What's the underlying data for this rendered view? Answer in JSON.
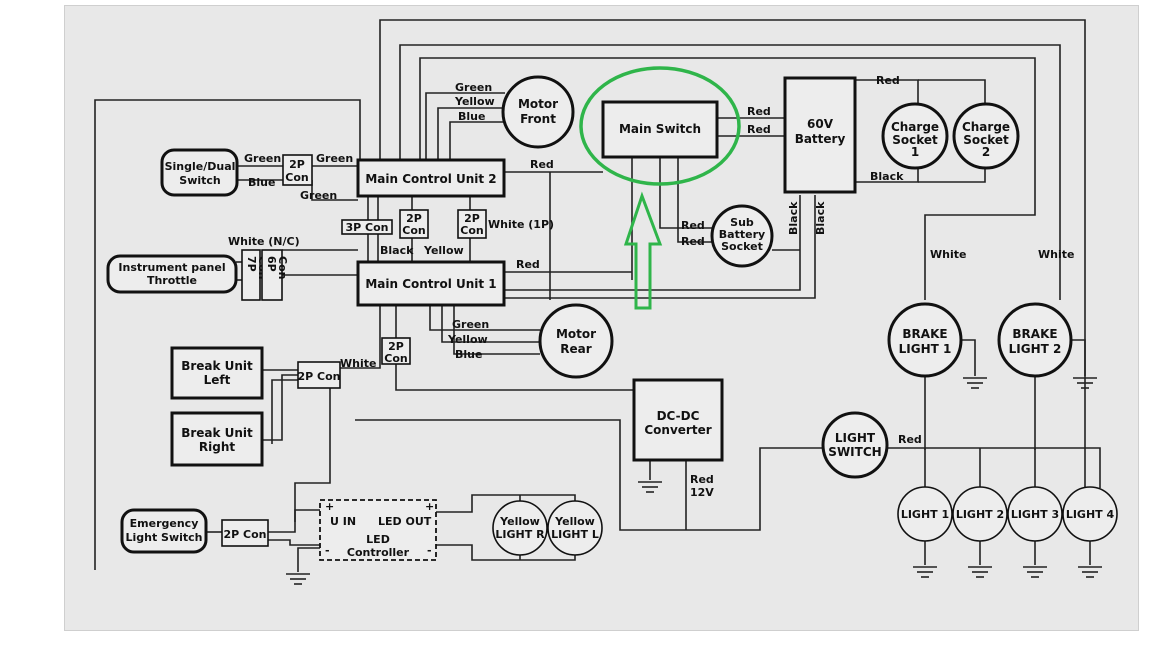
{
  "components": {
    "main_control_unit_2": "Main Control Unit 2",
    "main_control_unit_1": "Main Control Unit 1",
    "main_switch": "Main Switch",
    "battery_60v_line1": "60V",
    "battery_60v_line2": "Battery",
    "motor_front_line1": "Motor",
    "motor_front_line2": "Front",
    "motor_rear_line1": "Motor",
    "motor_rear_line2": "Rear",
    "charge_socket_1_line1": "Charge",
    "charge_socket_1_line2": "Socket",
    "charge_socket_1_line3": "1",
    "charge_socket_2_line1": "Charge",
    "charge_socket_2_line2": "Socket",
    "charge_socket_2_line3": "2",
    "sub_battery_line1": "Sub",
    "sub_battery_line2": "Battery",
    "sub_battery_line3": "Socket",
    "single_dual_line1": "Single/Dual",
    "single_dual_line2": "Switch",
    "instrument_line1": "Instrument panel",
    "instrument_line2": "Throttle",
    "break_left_line1": "Break Unit",
    "break_left_line2": "Left",
    "break_right_line1": "Break Unit",
    "break_right_line2": "Right",
    "emergency_line1": "Emergency",
    "emergency_line2": "Light Switch",
    "dcdc_line1": "DC-DC",
    "dcdc_line2": "Converter",
    "led_controller_line1": "LED",
    "led_controller_line2": "Controller",
    "led_uin": "U IN",
    "led_out": "LED OUT",
    "yellow_r_line1": "Yellow",
    "yellow_r_line2": "LIGHT R",
    "yellow_l_line1": "Yellow",
    "yellow_l_line2": "LIGHT L",
    "brake_light_1_line1": "BRAKE",
    "brake_light_1_line2": "LIGHT 1",
    "brake_light_2_line1": "BRAKE",
    "brake_light_2_line2": "LIGHT 2",
    "light_switch_line1": "LIGHT",
    "light_switch_line2": "SWITCH",
    "light_1": "LIGHT 1",
    "light_2": "LIGHT 2",
    "light_3": "LIGHT 3",
    "light_4": "LIGHT 4"
  },
  "connectors": {
    "con_2p_top_line1": "2P",
    "con_2p_top_line2": "Con",
    "con_3p": "3P Con",
    "con_2p_mid_line1": "2P",
    "con_2p_mid_line2": "Con",
    "con_2p_right_line1": "2P",
    "con_2p_right_line2": "Con",
    "con_7p_line1": "7P",
    "con_7p_line2": "Con",
    "con_6p_line1": "6P",
    "con_6p_line2": "Con",
    "con_2p_low_line1": "2P",
    "con_2p_low_line2": "Con",
    "con_2p_break": "2P Con",
    "con_2p_emergency": "2P Con"
  },
  "wire_labels": {
    "green_front": "Green",
    "yellow_front": "Yellow",
    "blue_front": "Blue",
    "green_sd": "Green",
    "blue_sd": "Blue",
    "green_sd2": "Green",
    "green_mcu2": "Green",
    "red_mcu2": "Red",
    "red_ms_1": "Red",
    "red_ms_2": "Red",
    "red_charge": "Red",
    "black_charge": "Black",
    "white_1p": "White (1P)",
    "black_mcu": "Black",
    "yellow_mcu": "Yellow",
    "white_nc": "White (N/C)",
    "red_mcu1": "Red",
    "red_sub_1": "Red",
    "red_sub_2": "Red",
    "black_sub_1": "Black",
    "black_sub_2": "Black",
    "green_rear": "Green",
    "yellow_rear": "Yellow",
    "blue_rear": "Blue",
    "white_break": "White",
    "white_brake_1": "White",
    "white_brake_2": "White",
    "red_12v_line1": "Red",
    "red_12v_line2": "12V",
    "red_light_switch": "Red"
  },
  "colors": {
    "highlight": "#2fb54a",
    "ink": "#111111",
    "background": "#e8e8e8"
  }
}
